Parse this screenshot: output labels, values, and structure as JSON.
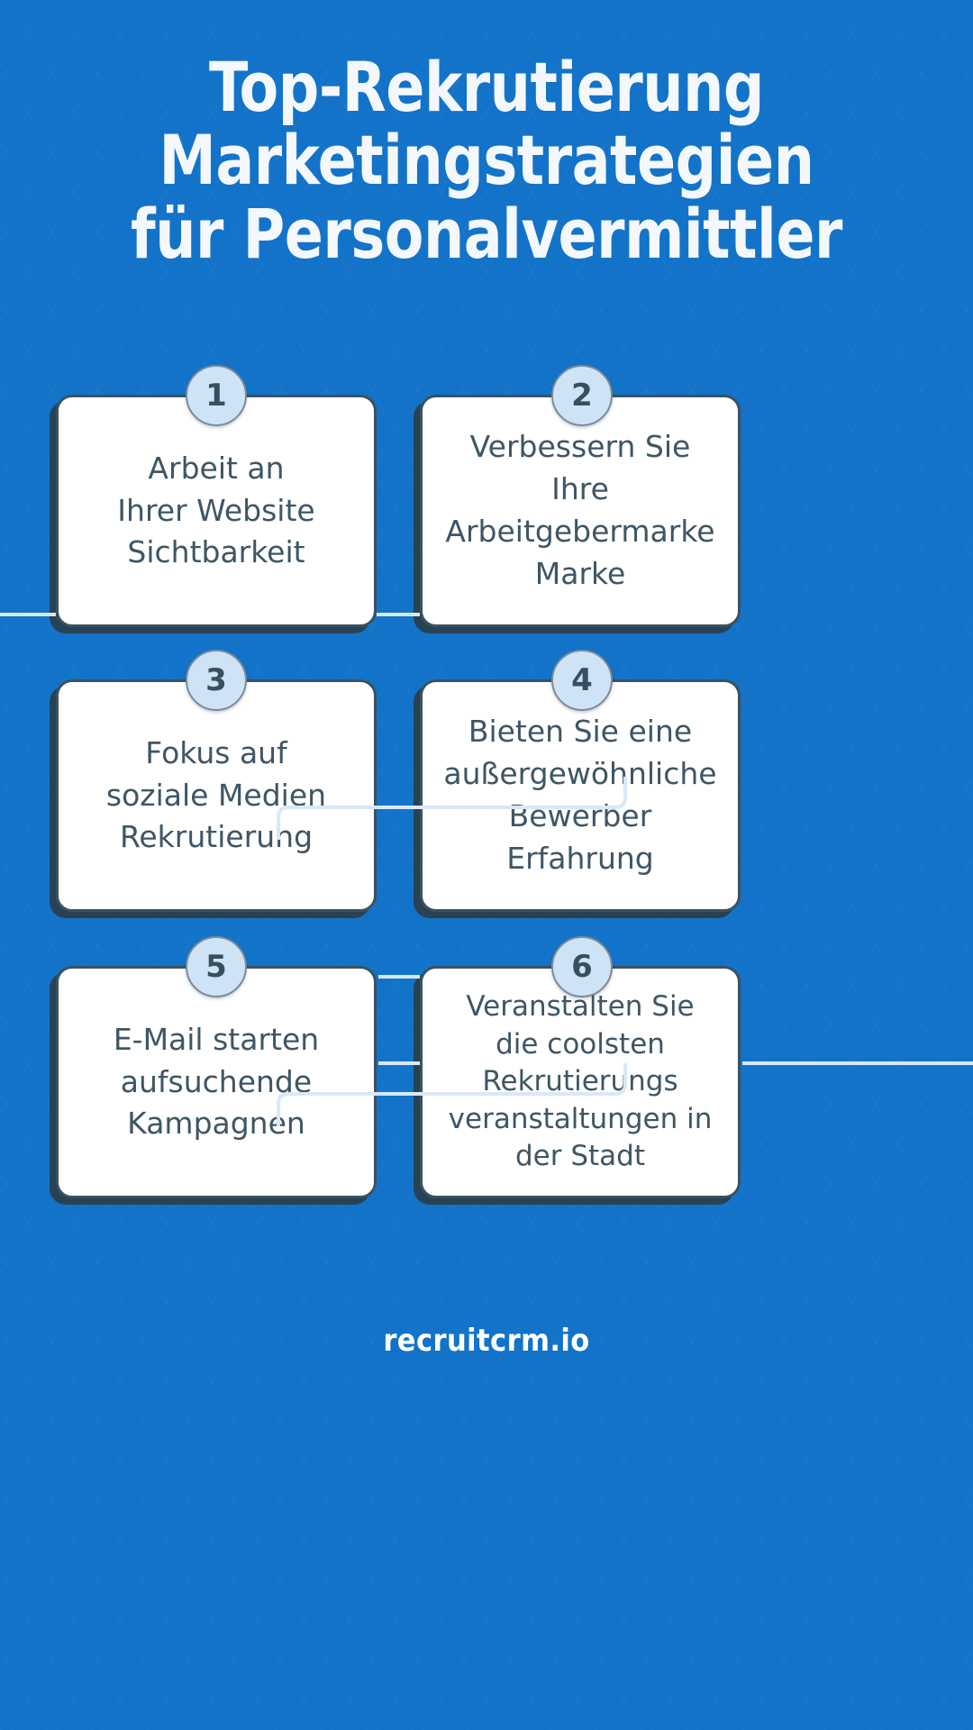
{
  "theme": {
    "background_color": "#1273c9",
    "card_background": "#ffffff",
    "card_border_color": "#3a525f",
    "card_text_color": "#3e5665",
    "badge_background": "#cfe3f6",
    "badge_border_color": "#7d8b96",
    "badge_text_color": "#35505f",
    "connector_color": "#d9e8f7",
    "title_color": "#f4f8fc",
    "footer_color": "#ffffff"
  },
  "title": {
    "line1": "Top-Rekrutierung",
    "line2": "Marketingstrategien",
    "line3": "für Personalvermittler"
  },
  "steps": [
    {
      "number": "1",
      "text": "Arbeit an\nIhrer Website\nSichtbarkeit"
    },
    {
      "number": "2",
      "text": "Verbessern Sie Ihre\nArbeitgebermarke\nMarke"
    },
    {
      "number": "3",
      "text": "Fokus auf\nsoziale Medien\nRekrutierung"
    },
    {
      "number": "4",
      "text": "Bieten Sie eine\naußergewöhnliche\nBewerber\nErfahrung"
    },
    {
      "number": "5",
      "text": "E-Mail starten\naufsuchende\nKampagnen"
    },
    {
      "number": "6",
      "text": "Veranstalten Sie\ndie coolsten\nRekrutierungs\nveranstaltungen in\nder Stadt"
    }
  ],
  "footer": {
    "brand": "recruitcrm.io"
  }
}
